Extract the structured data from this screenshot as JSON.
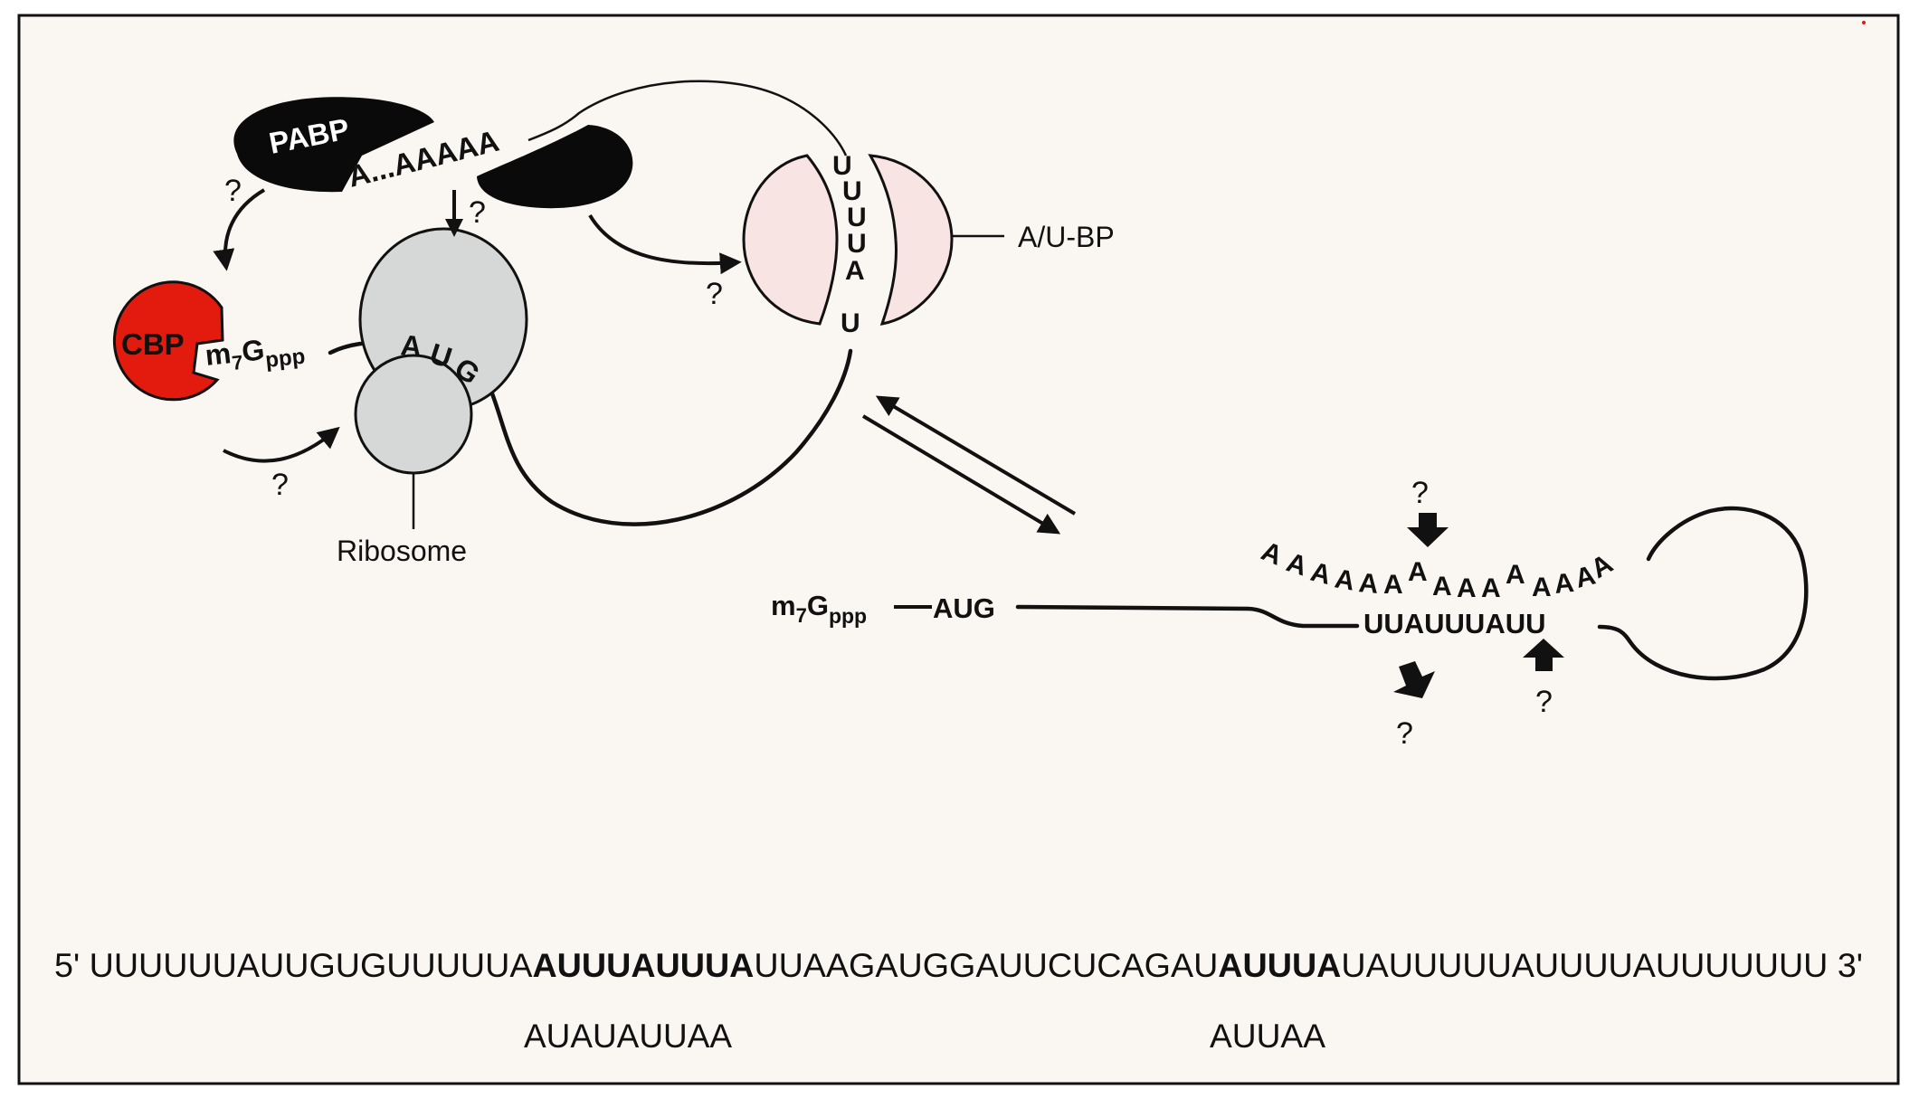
{
  "figure": {
    "colors": {
      "background": "#faf7f3",
      "frame": "#111111",
      "pabp": "#0a0a0a",
      "cbp": "#e31a0e",
      "ribosome": "#d6d8d8",
      "aubp": "#f8e4e2",
      "ink": "#111111"
    },
    "circular_model": {
      "pabp_label": "PABP",
      "polya_label": "A...AAAAA",
      "cbp_label": "CBP",
      "cap_m": "m",
      "cap_7": "7",
      "cap_g": "G",
      "cap_ppp": "ppp",
      "aug_a": "A",
      "aug_u": "U",
      "aug_g": "G",
      "ribosome_label": "Ribosome",
      "aubp_label": "A/U-BP",
      "aubp_bound_letters": [
        "U",
        "U",
        "U",
        "U",
        "A",
        "U"
      ],
      "question_mark": "?"
    },
    "linear_model": {
      "cap_m": "m",
      "cap_7": "7",
      "cap_g": "G",
      "cap_ppp": "ppp",
      "aug_label": "AUG",
      "polya_letters": [
        "A",
        "A",
        "A",
        "A",
        "A",
        "A",
        "A",
        "A",
        "A",
        "A",
        "A",
        "A",
        "A",
        "A",
        "A"
      ],
      "are_label": "UUAUUUAUU",
      "question_mark": "?"
    },
    "sequence": {
      "five_prime": "5'",
      "three_prime": "3'",
      "segments": [
        {
          "text": "UUUUUUAUUGUGUUUUUA",
          "bold": false
        },
        {
          "text": "AUUUAUUUA",
          "bold": true
        },
        {
          "text": "UUAAGAUGGAUUCUCAGAU",
          "bold": false
        },
        {
          "text": "AUUUA",
          "bold": true
        },
        {
          "text": "UAUUUUUAUUUUAUUUUUUU",
          "bold": false
        }
      ],
      "annotations": [
        {
          "text": "AUAUAUUAA"
        },
        {
          "text": "AUUAA"
        }
      ]
    }
  }
}
